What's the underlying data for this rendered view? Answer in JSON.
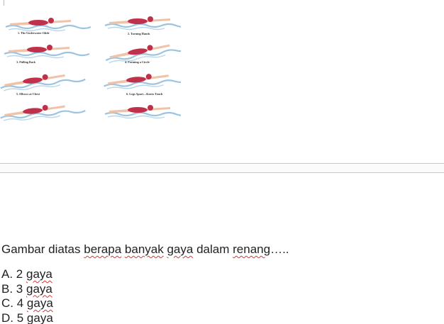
{
  "illustration": {
    "captions": [
      "1. The Underwater Glide",
      "2. Turning Hands",
      "3. Pulling Back",
      "4. Forming a Circle",
      "5. Elbows at Chest",
      "6. Legs Apart—Knees Touch"
    ],
    "colors": {
      "water": "#9cc3e0",
      "suit": "#c0304a",
      "skin": "#f0c2a8"
    }
  },
  "question": {
    "words": [
      "Gambar diatas",
      "berapa",
      "banyak",
      "gaya",
      "dalam",
      "renang",
      "….."
    ]
  },
  "options": [
    {
      "letter": "A. 2",
      "word": "gaya"
    },
    {
      "letter": "B. 3",
      "word": "gaya"
    },
    {
      "letter": "C. 4",
      "word": "gaya"
    },
    {
      "letter": "D. 5",
      "word": "gaya"
    }
  ]
}
